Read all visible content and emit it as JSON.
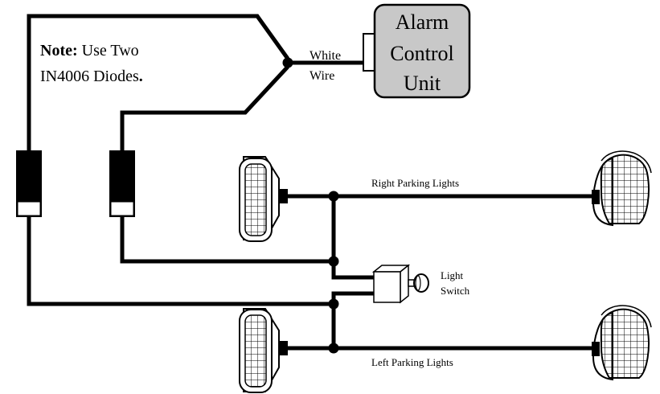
{
  "note": {
    "bold": "Note:",
    "line1_rest": " Use Two",
    "line2_a": "IN4006 Diodes",
    "line2_b": "."
  },
  "alarm_unit": {
    "line1": "Alarm",
    "line2": "Control",
    "line3": "Unit"
  },
  "white_wire": {
    "line1": "White",
    "line2": "Wire"
  },
  "light_switch": {
    "line1": "Light",
    "line2": "Switch"
  },
  "labels": {
    "right_parking": "Right Parking Lights",
    "left_parking": "Left Parking Lights"
  },
  "colors": {
    "alarm_box_fill": "#c8c8c8",
    "wire": "#000000"
  }
}
